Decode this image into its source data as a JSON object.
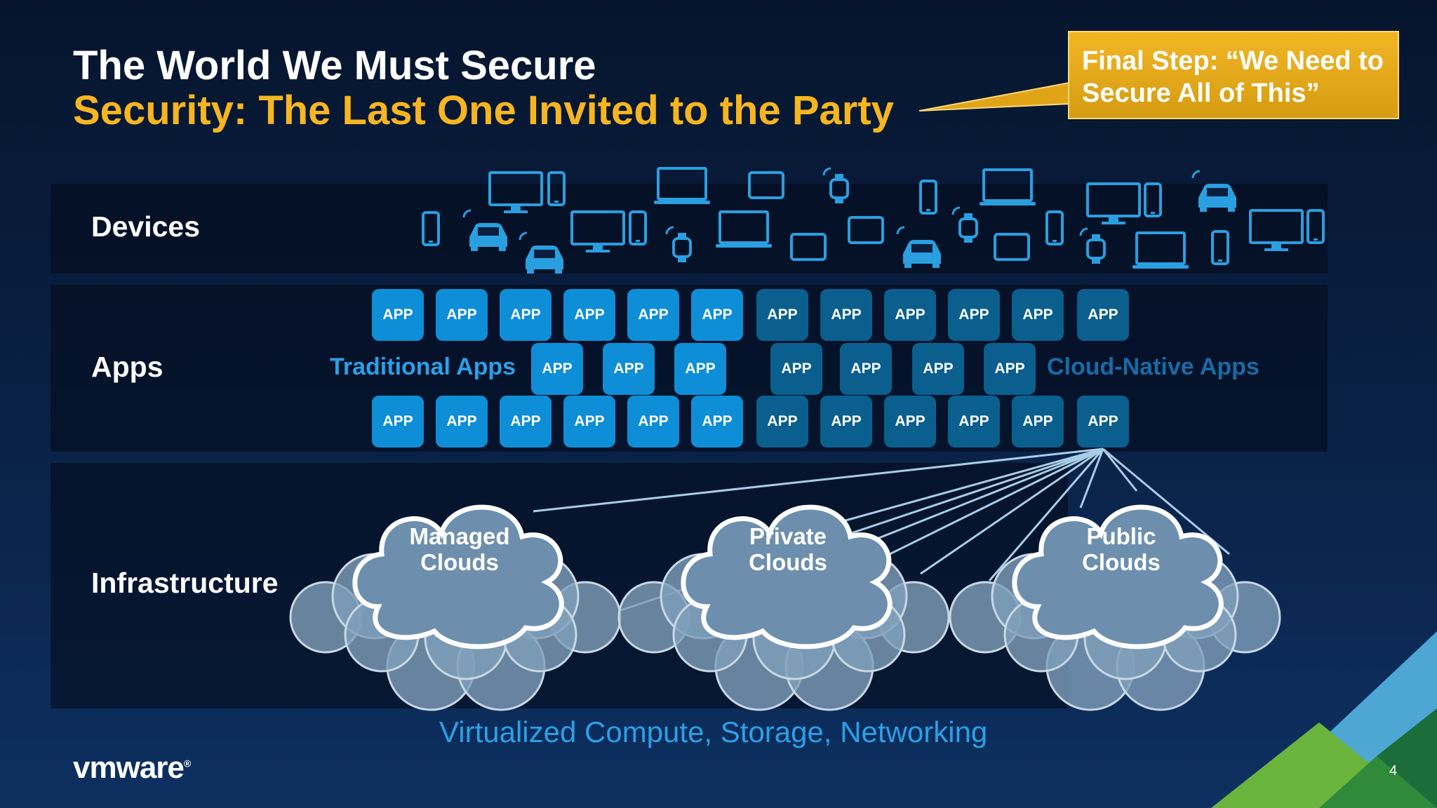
{
  "title": "The World We Must Secure",
  "subtitle": "Security: The Last One Invited to the Party",
  "callout": {
    "line1": "Final Step: “We Need to",
    "line2": "Secure All of This”"
  },
  "rows": {
    "devices": "Devices",
    "apps": "Apps",
    "infrastructure": "Infrastructure"
  },
  "apps": {
    "tile_label": "APP",
    "traditional_label": "Traditional Apps",
    "cloud_native_label": "Cloud-Native Apps"
  },
  "clouds": {
    "managed": {
      "line1": "Managed",
      "line2": "Clouds"
    },
    "private": {
      "line1": "Private",
      "line2": "Clouds"
    },
    "public": {
      "line1": "Public",
      "line2": "Clouds"
    }
  },
  "footer_text": "Virtualized Compute, Storage, Networking",
  "logo_text": "vmware",
  "logo_mark": "®",
  "page_number": "4",
  "colors": {
    "accent_yellow": "#f7b51f",
    "traditional_app": "#0e8ed7",
    "cloud_native_app": "#0b5f8e",
    "device_icon": "#2a9fe0"
  },
  "device_icons": [
    "monitor-icon",
    "phone-icon",
    "laptop-icon",
    "tablet-icon",
    "watch-icon",
    "car-icon"
  ]
}
